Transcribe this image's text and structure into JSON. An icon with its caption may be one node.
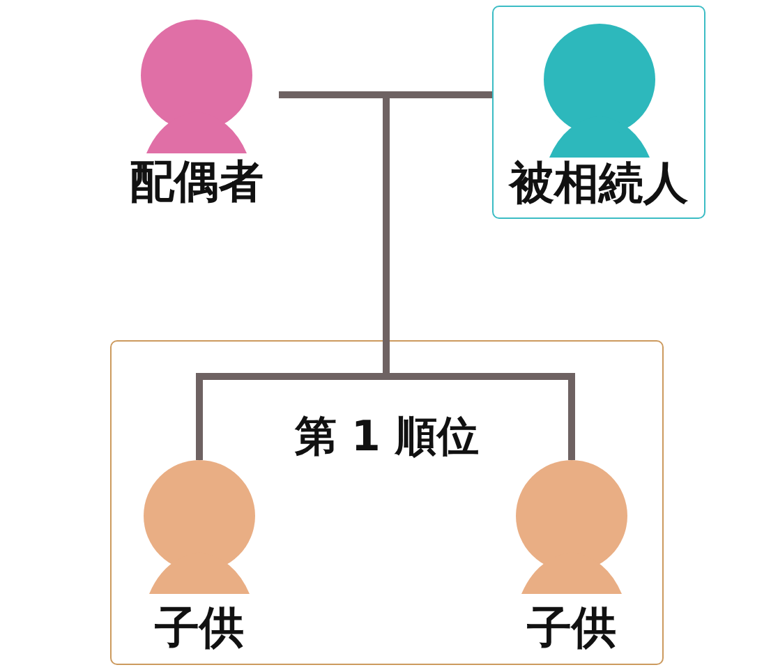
{
  "diagram": {
    "nodes": [
      {
        "text": [
          "配偶者"
        ]
      },
      {
        "text": [
          "被相続人"
        ]
      },
      {
        "text": [
          "第 1 順位"
        ]
      },
      {
        "text": [
          "子供"
        ],
        "in": 2
      },
      {
        "text": [
          "子供"
        ],
        "in": 2
      }
    ],
    "edges": [
      {
        "from": 0,
        "to": 1,
        "arrow": "none"
      },
      {
        "from": 1,
        "to": 3,
        "arrow": "none"
      },
      {
        "from": 1,
        "to": 4,
        "arrow": "none"
      }
    ]
  }
}
